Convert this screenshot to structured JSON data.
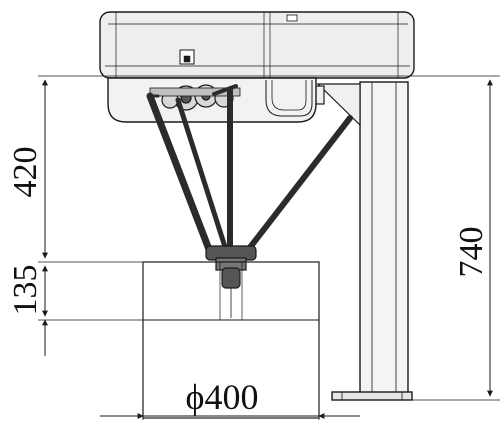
{
  "dimensions": {
    "upper_height": "420",
    "lower_height": "135",
    "total_height": "740",
    "work_diameter": "ϕ400"
  },
  "colors": {
    "line": "#1a1a1a",
    "arm": "#2b2b2b",
    "housing_fill": "#eeeeee",
    "workspace_fill": "#ffffff",
    "background": "#ffffff"
  }
}
